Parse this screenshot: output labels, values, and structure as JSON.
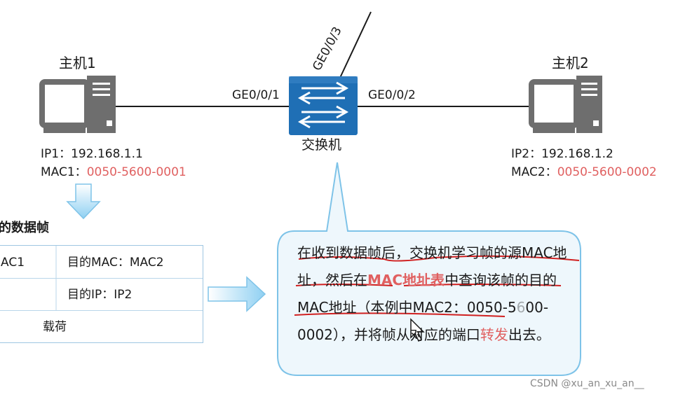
{
  "switch": {
    "label": "交换机",
    "port1": "GE0/0/1",
    "port2": "GE0/0/2",
    "port3": "GE0/0/3"
  },
  "host1": {
    "title": "主机1",
    "ip_prefix": "IP1：",
    "ip_value": "192.168.1.1",
    "mac_prefix": "MAC1：",
    "mac_value": "0050-5600-0001"
  },
  "host2": {
    "title": "主机2",
    "ip_prefix": "IP2：",
    "ip_value": "192.168.1.2",
    "mac_prefix": "MAC2：",
    "mac_value": "0050-5600-0002"
  },
  "frame": {
    "title": "的数据帧",
    "row1_left": "AC1",
    "row1_right": "目的MAC：MAC2",
    "row2_right": "目的IP：IP2",
    "row3": "载荷"
  },
  "callout": {
    "p1": "在收到数据帧后，交换机学习帧的源MAC地址，然后在",
    "p2": "MAC地址表",
    "p3": "中查询该帧的目的MAC地址（本例中MAC2：0050-5",
    "p4": "6",
    "p5": "00-0002），并将帧从对应的端口",
    "p6": "转发",
    "p7": "出去。"
  },
  "watermark": "CSDN @xu_an_xu_an__",
  "colors": {
    "switch_blue": "#1f6fb5",
    "accent_red": "#e06060",
    "callout_border": "#7ec3e8",
    "callout_fill": "#eef7fc",
    "pc_gray": "#6e6e6e"
  }
}
